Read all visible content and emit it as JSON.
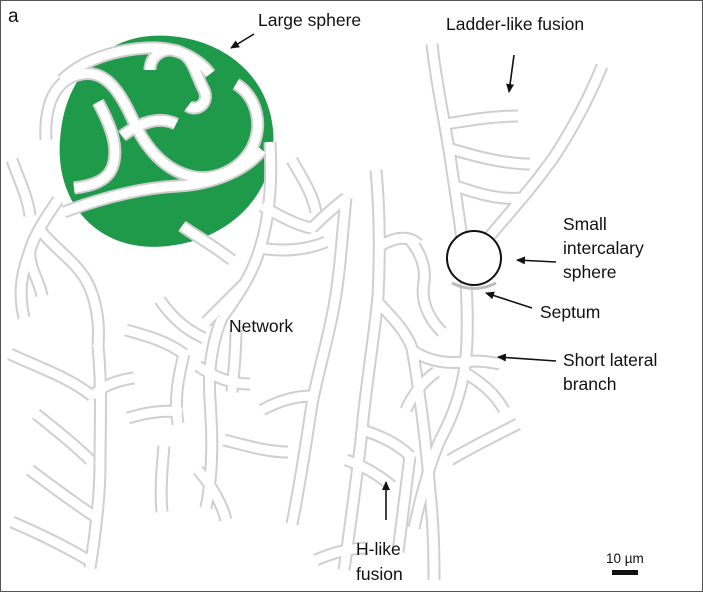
{
  "panel_letter": "a",
  "labels": {
    "large_sphere": "Large sphere",
    "ladder_like_fusion": "Ladder-like fusion",
    "small_intercalary_sphere": [
      "Small",
      "intercalary",
      "sphere"
    ],
    "septum": "Septum",
    "network": "Network",
    "short_lateral_branch": [
      "Short lateral",
      "branch"
    ],
    "h_like_fusion": [
      "H-like",
      "fusion"
    ]
  },
  "scale_bar": {
    "label": "10 µm"
  },
  "colors": {
    "sphere_fill": "#1f9a4a",
    "hyphae_outline": "#cfcfcf",
    "hyphae_fill": "#ffffff",
    "text": "#111111",
    "border": "#555555"
  }
}
